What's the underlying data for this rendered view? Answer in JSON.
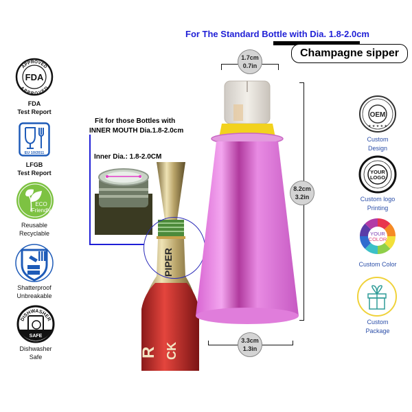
{
  "header": {
    "headline": "For The Standard Bottle with Dia. 1.8-2.0cm",
    "product_title": "Champagne sipper"
  },
  "dimensions": {
    "top_width": {
      "cm": "1.7cm",
      "in": "0.7in"
    },
    "height": {
      "cm": "8.2cm",
      "in": "3.2in"
    },
    "bottom_width": {
      "cm": "3.3cm",
      "in": "1.3in"
    }
  },
  "fit_info": {
    "line1": "Fit for those Bottles with",
    "line2": "INNER MOUTH Dia.1.8-2.0cm",
    "inner_dia_label": "Inner Dia.: 1.8-2.0CM",
    "bottle_brand_text": "PIPER"
  },
  "left_badges": [
    {
      "icon": "fda-approved-icon",
      "line1": "FDA",
      "line2": "Test Report"
    },
    {
      "icon": "lfgb-food-safe-icon",
      "badge_text": "EU 10/2011",
      "line1": "LFGB",
      "line2": "Test Report"
    },
    {
      "icon": "eco-friendly-icon",
      "badge_text": "ECO Friendly",
      "line1": "Reusable",
      "line2": "Recyclable"
    },
    {
      "icon": "shatterproof-icon",
      "line1": "Shatterproof",
      "line2": "Unbreakable"
    },
    {
      "icon": "dishwasher-safe-icon",
      "badge_top": "DISHWASHER",
      "badge_bottom": "SAFE",
      "line1": "Dishwasher",
      "line2": "Safe"
    }
  ],
  "right_badges": [
    {
      "icon": "oem-stamp-icon",
      "badge_text": "OEM",
      "line1": "Custom",
      "line2": "Design"
    },
    {
      "icon": "your-logo-stamp-icon",
      "badge_text1": "YOUR",
      "badge_text2": "LOGO",
      "line1": "Custom logo",
      "line2": "Printing"
    },
    {
      "icon": "color-wheel-icon",
      "badge_text1": "YOUR",
      "badge_text2": "COLOR",
      "line1": "Custom Color"
    },
    {
      "icon": "gift-package-icon",
      "line1": "Custom",
      "line2": "Package"
    }
  ],
  "colors": {
    "headline_blue": "#1f1fd6",
    "label_blue": "#2b4ea8",
    "pink": "#e77fe0",
    "yellow": "#f2d21e",
    "eco_green": "#7dc242",
    "lfgb_blue": "#1e5bb8"
  }
}
